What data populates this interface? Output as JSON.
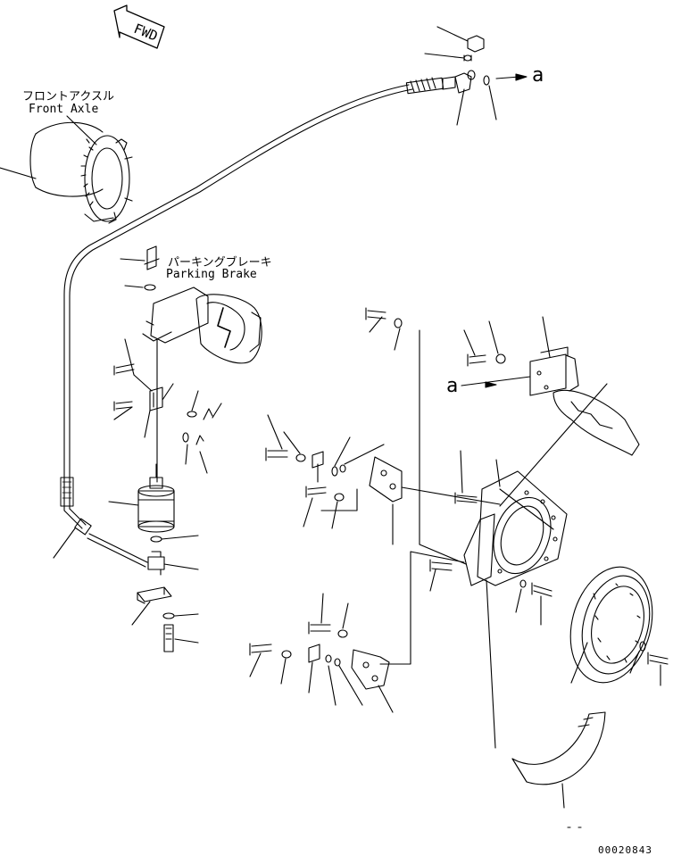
{
  "labels": {
    "fwd": "FWD",
    "front_axle_jp": "フロントアクスル",
    "front_axle_en": "Front Axle",
    "parking_brake_jp": "パーキングブレーキ",
    "parking_brake_en": "Parking Brake",
    "ref_a_top": "a",
    "ref_a_mid": "a",
    "drawing_number": "00020843"
  }
}
